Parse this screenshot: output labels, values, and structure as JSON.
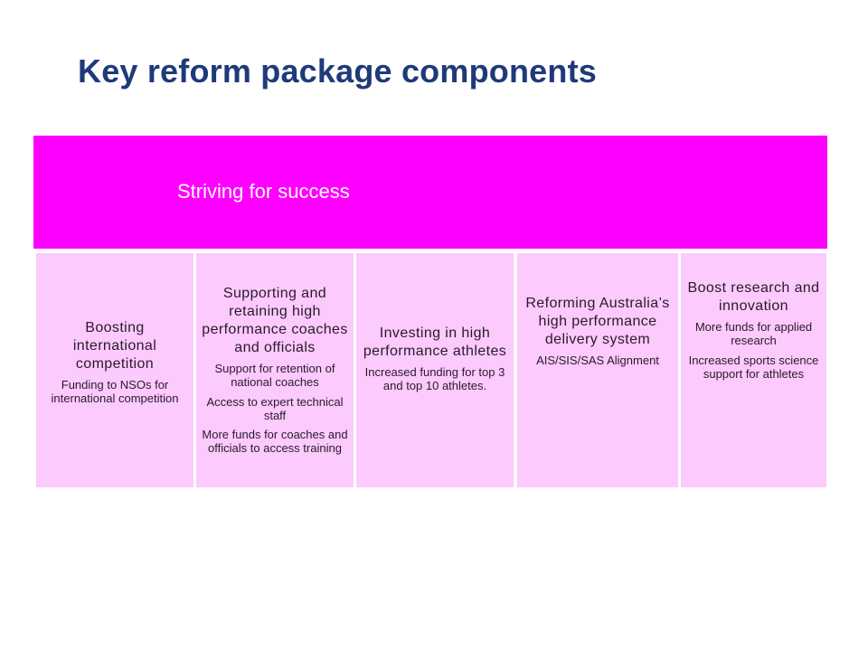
{
  "title": "Key reform package components",
  "banner": {
    "label": "Striving for success"
  },
  "colors": {
    "title": "#1f3a7a",
    "banner": "#ff00ff",
    "card": "#fccafc"
  },
  "components": [
    {
      "heading": "Boosting international competition",
      "items": [
        "Funding to NSOs for international competition"
      ]
    },
    {
      "heading": "Supporting and retaining high performance coaches and officials",
      "items": [
        "Support for retention of national coaches",
        "Access to expert technical staff",
        "More funds for coaches and officials to access training"
      ]
    },
    {
      "heading": "Investing in high performance athletes",
      "items": [
        "Increased funding for top 3 and top 10 athletes."
      ]
    },
    {
      "heading": "Reforming Australia’s high performance delivery system",
      "items": [
        "AIS/SIS/SAS Alignment"
      ]
    },
    {
      "heading": "Boost research and innovation",
      "items": [
        "More funds for applied research",
        "Increased sports science support for athletes"
      ]
    }
  ]
}
